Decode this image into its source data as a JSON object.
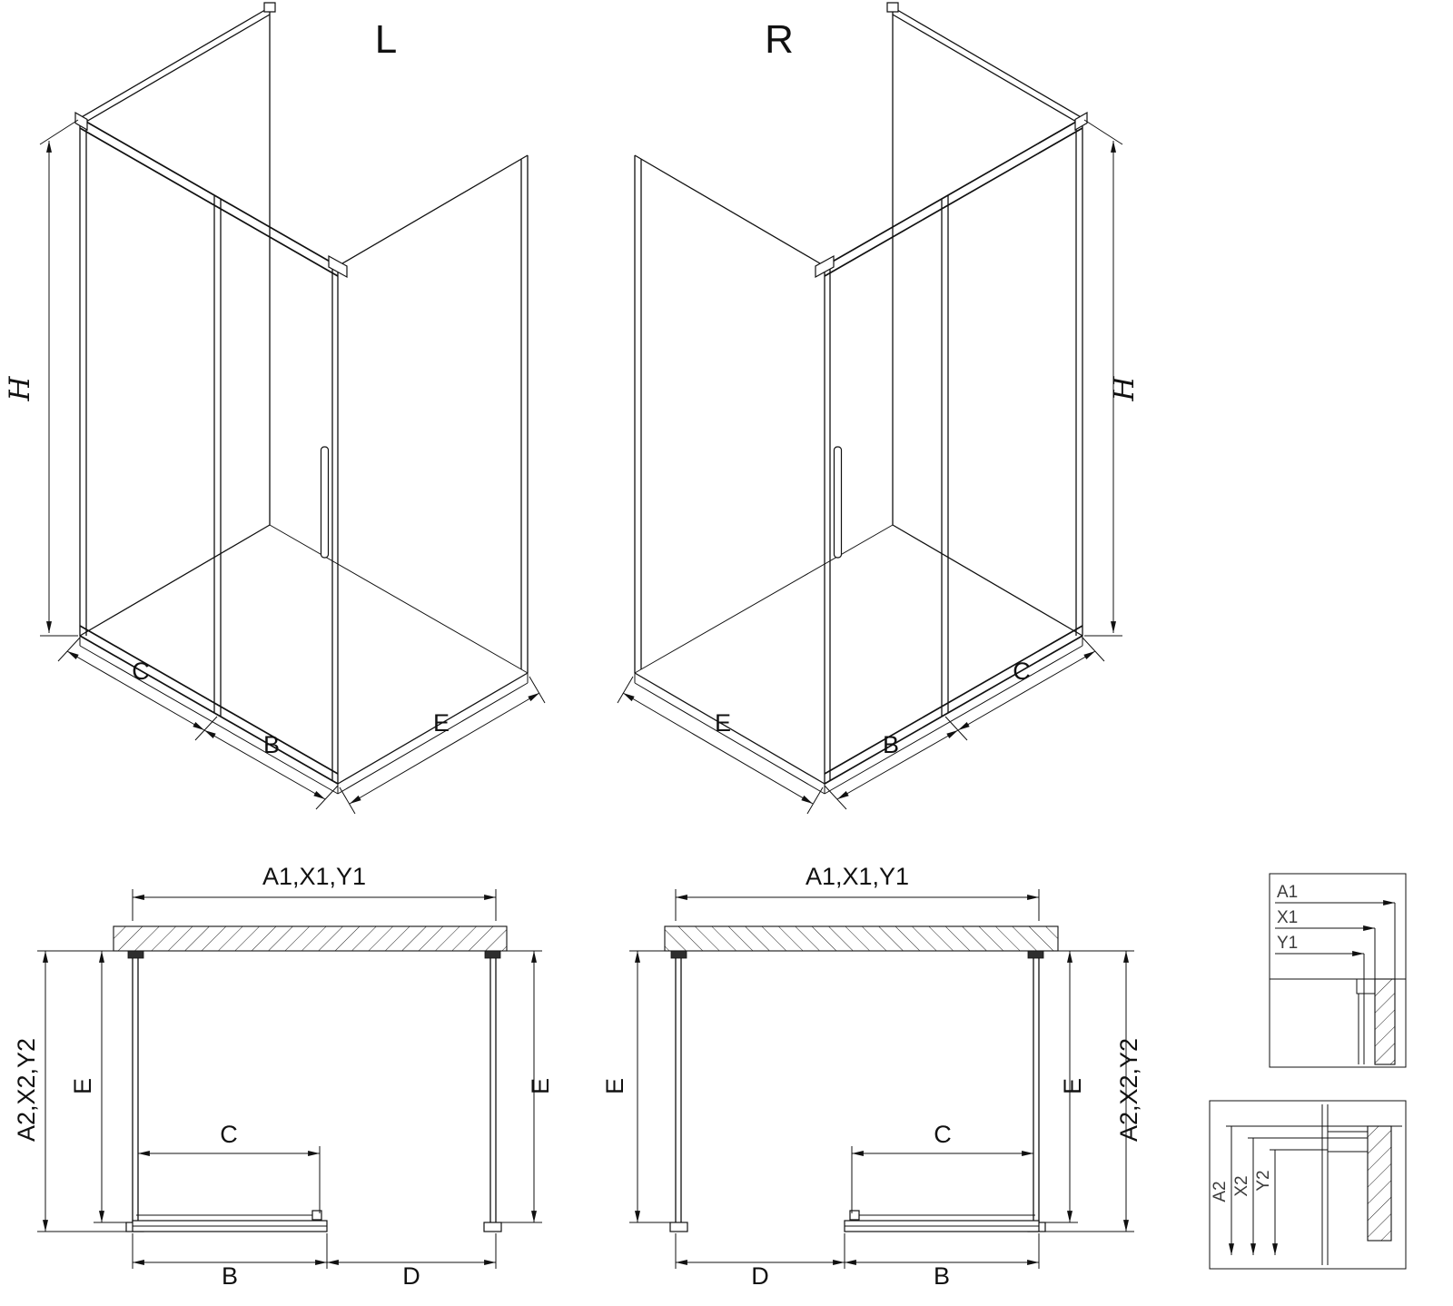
{
  "iso_left": {
    "title": "L",
    "dim_height": "H",
    "dim_fixed_panel": "C",
    "dim_door": "B",
    "dim_side_wall": "E"
  },
  "iso_right": {
    "title": "R",
    "dim_height": "H",
    "dim_fixed_panel": "C",
    "dim_door": "B",
    "dim_side_wall": "E"
  },
  "plan_left": {
    "dim_width_top": "A1,X1,Y1",
    "dim_depth_outer": "A2,X2,Y2",
    "dim_depth_left": "E",
    "dim_depth_right": "E",
    "dim_door_panel": "C",
    "dim_bottom_left": "B",
    "dim_bottom_right": "D"
  },
  "plan_right": {
    "dim_width_top": "A1,X1,Y1",
    "dim_depth_outer": "A2,X2,Y2",
    "dim_depth_left": "E",
    "dim_depth_right": "E",
    "dim_door_panel": "C",
    "dim_bottom_left": "D",
    "dim_bottom_right": "B"
  },
  "detail_width": {
    "labels": [
      "A1",
      "X1",
      "Y1"
    ]
  },
  "detail_depth": {
    "labels": [
      "A2",
      "X2",
      "Y2"
    ]
  },
  "colors": {
    "line": "#111111",
    "background": "#ffffff"
  }
}
